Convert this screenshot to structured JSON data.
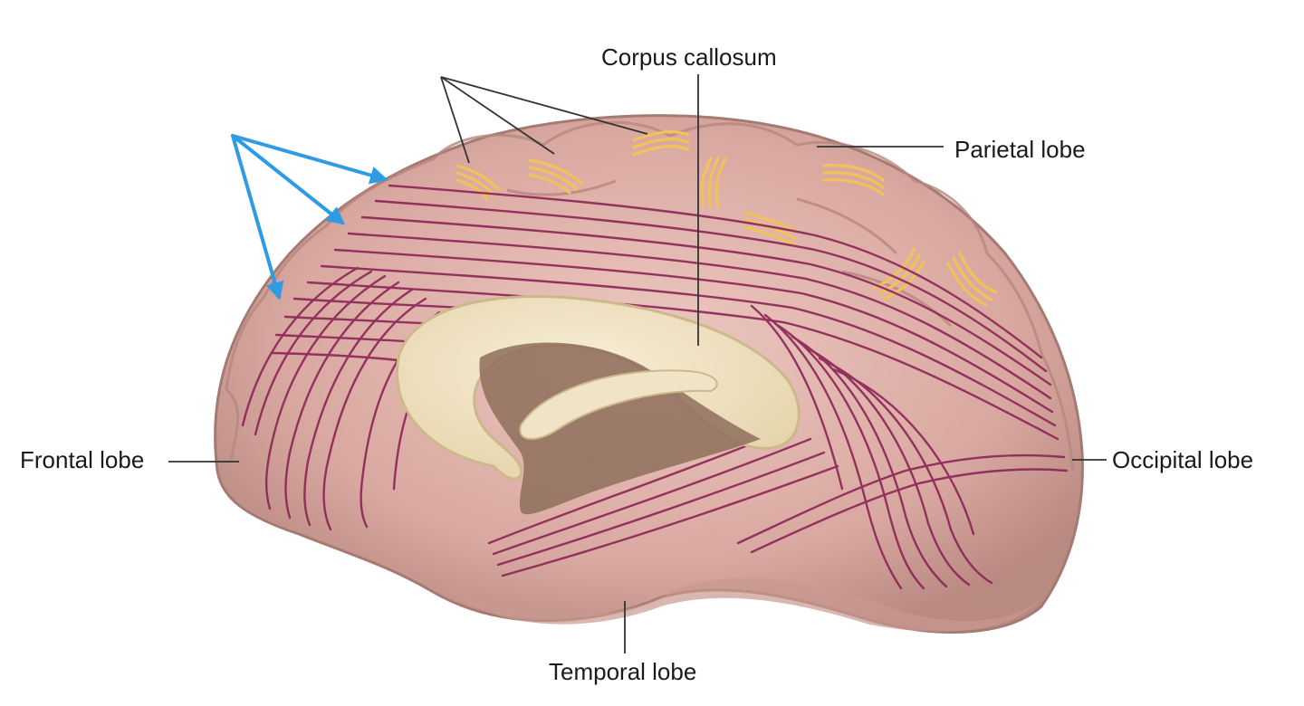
{
  "labels": {
    "corpus_callosum": "Corpus callosum",
    "parietal_lobe": "Parietal lobe",
    "frontal_lobe": "Frontal lobe",
    "occipital_lobe": "Occipital lobe",
    "temporal_lobe": "Temporal lobe"
  },
  "colors": {
    "background": "#ffffff",
    "cortex": "#d9a8a0",
    "cortex_dark": "#b7857d",
    "cortex_light": "#ecc9c1",
    "corpus_callosum": "#f1e4c6",
    "corpus_callosum_edge": "#d6c59c",
    "ventricle": "#8e6f5c",
    "fibers": "#8c2456",
    "arcuate_fibers": "#f2c25a",
    "pointer_arrows": "#2e9be5",
    "leader_lines": "#333333"
  }
}
